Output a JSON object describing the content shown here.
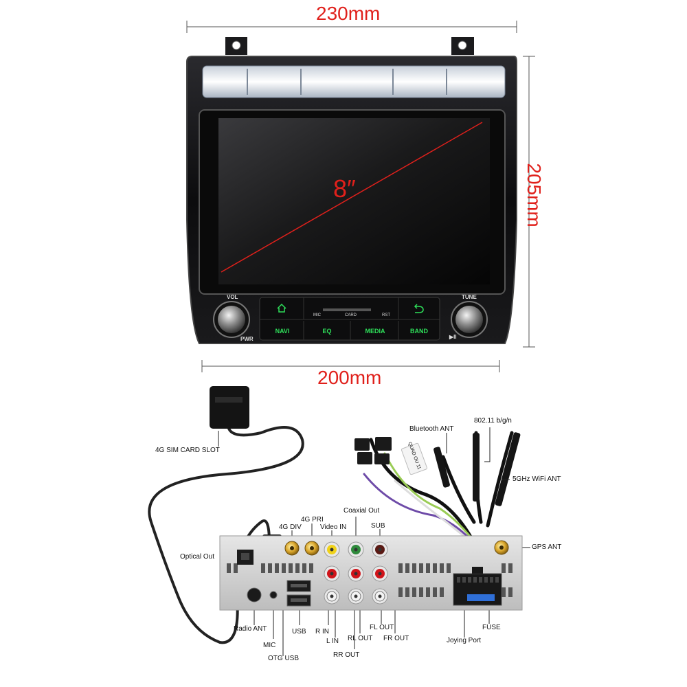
{
  "dimensions": {
    "width_top": "230mm",
    "height_right": "205mm",
    "width_bottom": "200mm",
    "diagonal": "8″"
  },
  "front_panel": {
    "knob_left_label": "VOL",
    "knob_left_sub": "PWR",
    "knob_right_label": "TUNE",
    "knob_right_sub": "▶II",
    "slot_labels": [
      "MIC",
      "CARD",
      "RST"
    ],
    "buttons": [
      "NAVI",
      "EQ",
      "MEDIA",
      "BAND"
    ],
    "home_icon": "home-icon",
    "back_icon": "back-arrow-icon",
    "accent_color": "#2ee05a"
  },
  "rear_panel": {
    "labels": {
      "sim_slot": "4G SIM CARD SLOT",
      "bluetooth_ant": "Bluetooth ANT",
      "wifi_bgn": "802.11 b/g/n",
      "wifi_5ghz": "5GHz WiFi ANT",
      "coaxial_out": "Coaxial Out",
      "g4_pri": "4G PRI",
      "g4_div": "4G DIV",
      "video_in": "Video IN",
      "sub": "SUB",
      "gps_ant": "GPS ANT",
      "optical_out": "Optical Out",
      "radio_ant": "Radio ANT",
      "mic": "MIC",
      "otg_usb": "OTG USB",
      "usb": "USB",
      "r_in": "R IN",
      "l_in": "L IN",
      "rr_out": "RR OUT",
      "rl_out": "RL OUT",
      "fl_out": "FL OUT",
      "fr_out": "FR OUT",
      "joying_port": "Joying Port",
      "fuse": "FUSE"
    },
    "cable_tag": "QUAD OU 11"
  }
}
